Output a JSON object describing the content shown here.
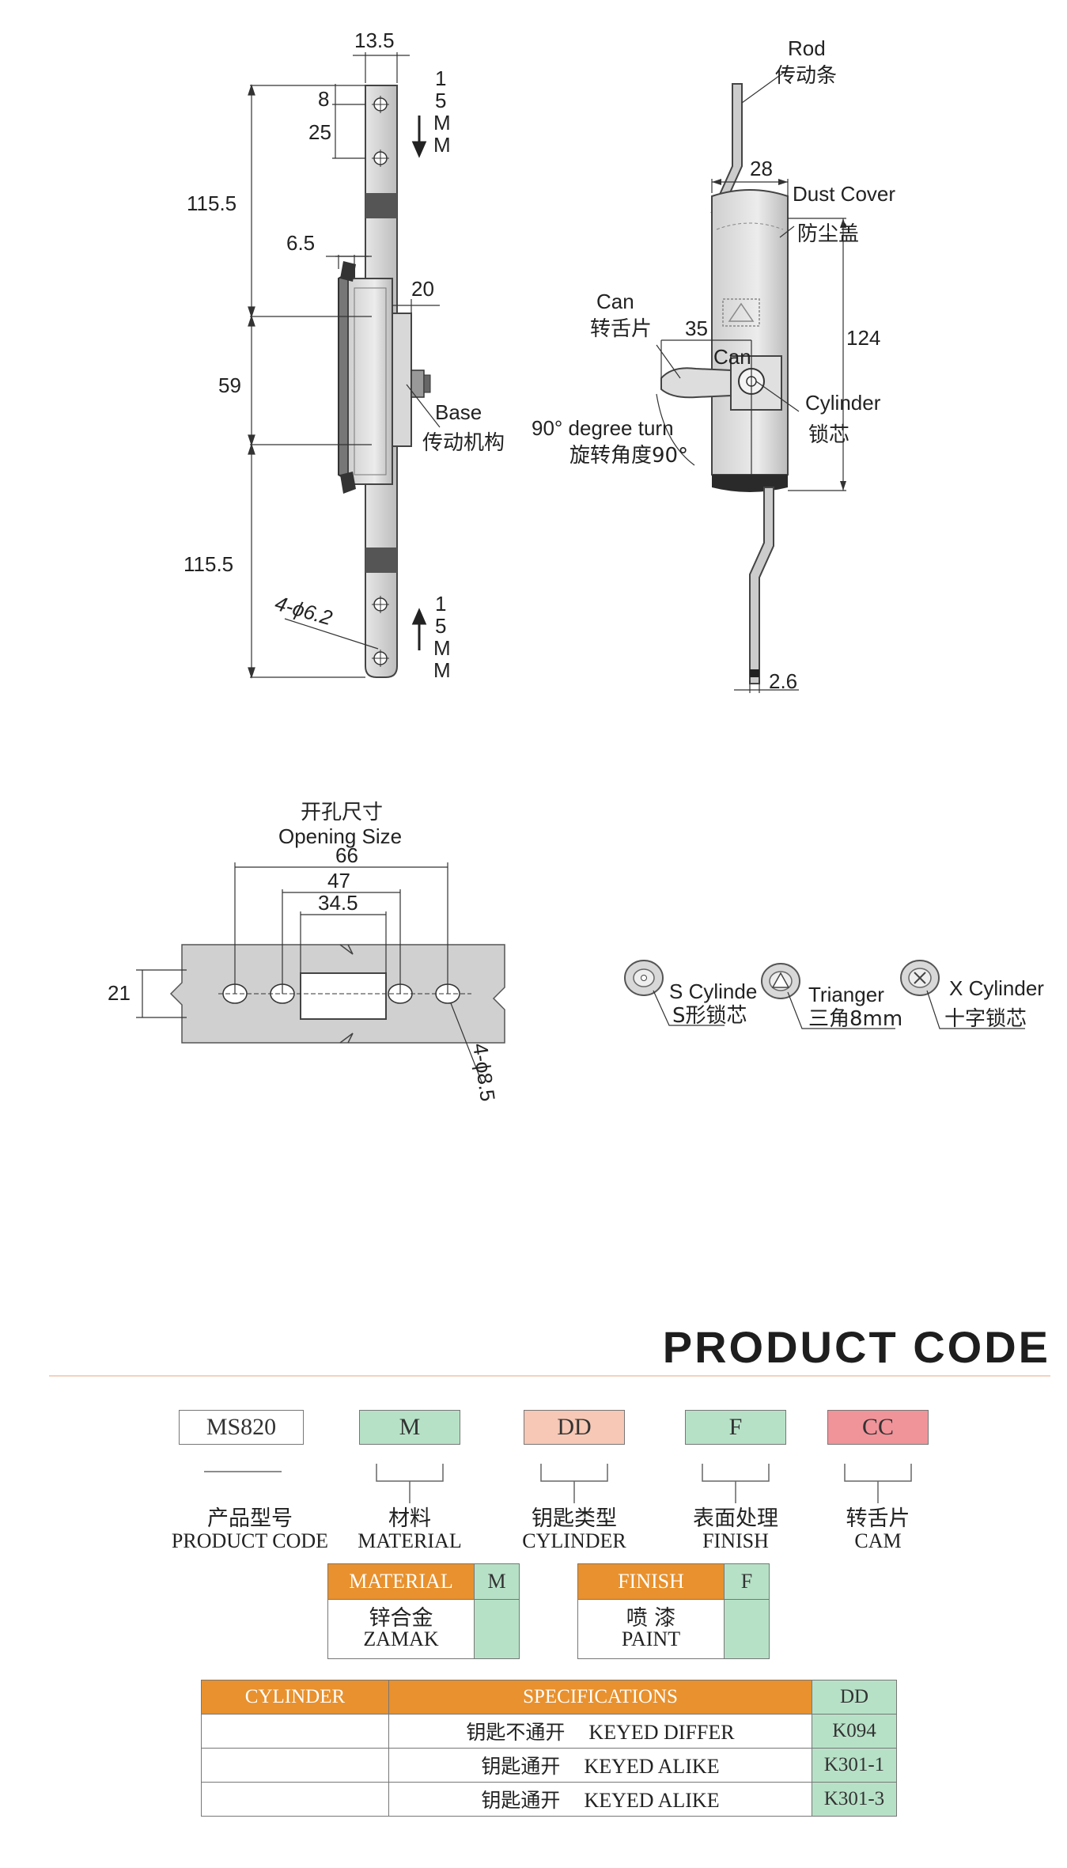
{
  "drawing": {
    "front_view": {
      "dims": [
        "13.5",
        "8",
        "25",
        "115.5",
        "6.5",
        "20",
        "59",
        "115.5"
      ],
      "stroke_top": [
        "1",
        "5",
        "M",
        "M"
      ],
      "stroke_bottom": [
        "1",
        "5",
        "M",
        "M"
      ],
      "hole_spec": "4-ϕ6.2",
      "base_en": "Base",
      "base_cn": "传动机构"
    },
    "side_view": {
      "rod_en": "Rod",
      "rod_cn": "传动条",
      "dim_28": "28",
      "dust_en": "Dust Cover",
      "dust_cn": "防尘盖",
      "dim_124": "124",
      "can_en": "Can",
      "can_cn": "转舌片",
      "dim_35": "35",
      "can2": "Can",
      "cylinder_en": "Cylinder",
      "cylinder_cn": "锁芯",
      "turn_en": "90°  degree turn",
      "turn_cn": "旋转角度90°",
      "dim_26": "2.6"
    },
    "opening": {
      "title_cn": "开孔尺寸",
      "title_en": "Opening Size",
      "dims": [
        "66",
        "47",
        "34.5",
        "21"
      ],
      "hole_spec": "4-ϕ8.5"
    },
    "cylinder_types": [
      {
        "en": "S Cylinde",
        "cn": "S形锁芯",
        "icon": "s-cylinder-icon"
      },
      {
        "en": "Trianger",
        "cn": "三角8mm",
        "icon": "triangle-cylinder-icon"
      },
      {
        "en": "X Cylinder",
        "cn": "十字锁芯",
        "icon": "x-cylinder-icon"
      }
    ]
  },
  "product_code": {
    "title": "PRODUCT CODE",
    "boxes": [
      {
        "code": "MS820",
        "cn": "产品型号",
        "en": "PRODUCT CODE",
        "color": "#ffffff"
      },
      {
        "code": "M",
        "cn": "材料",
        "en": "MATERIAL",
        "color": "#b7e1c7"
      },
      {
        "code": "DD",
        "cn": "钥匙类型",
        "en": "CYLINDER",
        "color": "#f6c8b5"
      },
      {
        "code": "F",
        "cn": "表面处理",
        "en": "FINISH",
        "color": "#b7e1c7"
      },
      {
        "code": "CC",
        "cn": "转舌片",
        "en": "CAM",
        "color": "#f0949a"
      }
    ]
  },
  "material_table": {
    "header": "MATERIAL",
    "code": "M",
    "value_cn": "锌合金",
    "value_en": "ZAMAK"
  },
  "finish_table": {
    "header": "FINISH",
    "code": "F",
    "value_cn": "喷  漆",
    "value_en": "PAINT"
  },
  "cylinder_table": {
    "headers": [
      "CYLINDER",
      "SPECIFICATIONS",
      "DD"
    ],
    "rows": [
      {
        "cylinder": "",
        "spec_cn": "钥匙不通开",
        "spec_en": "KEYED DIFFER",
        "code": "K094"
      },
      {
        "cylinder": "",
        "spec_cn": "钥匙通开",
        "spec_en": "KEYED ALIKE",
        "code": "K301-1"
      },
      {
        "cylinder": "",
        "spec_cn": "钥匙通开",
        "spec_en": "KEYED ALIKE",
        "code": "K301-3"
      }
    ]
  }
}
